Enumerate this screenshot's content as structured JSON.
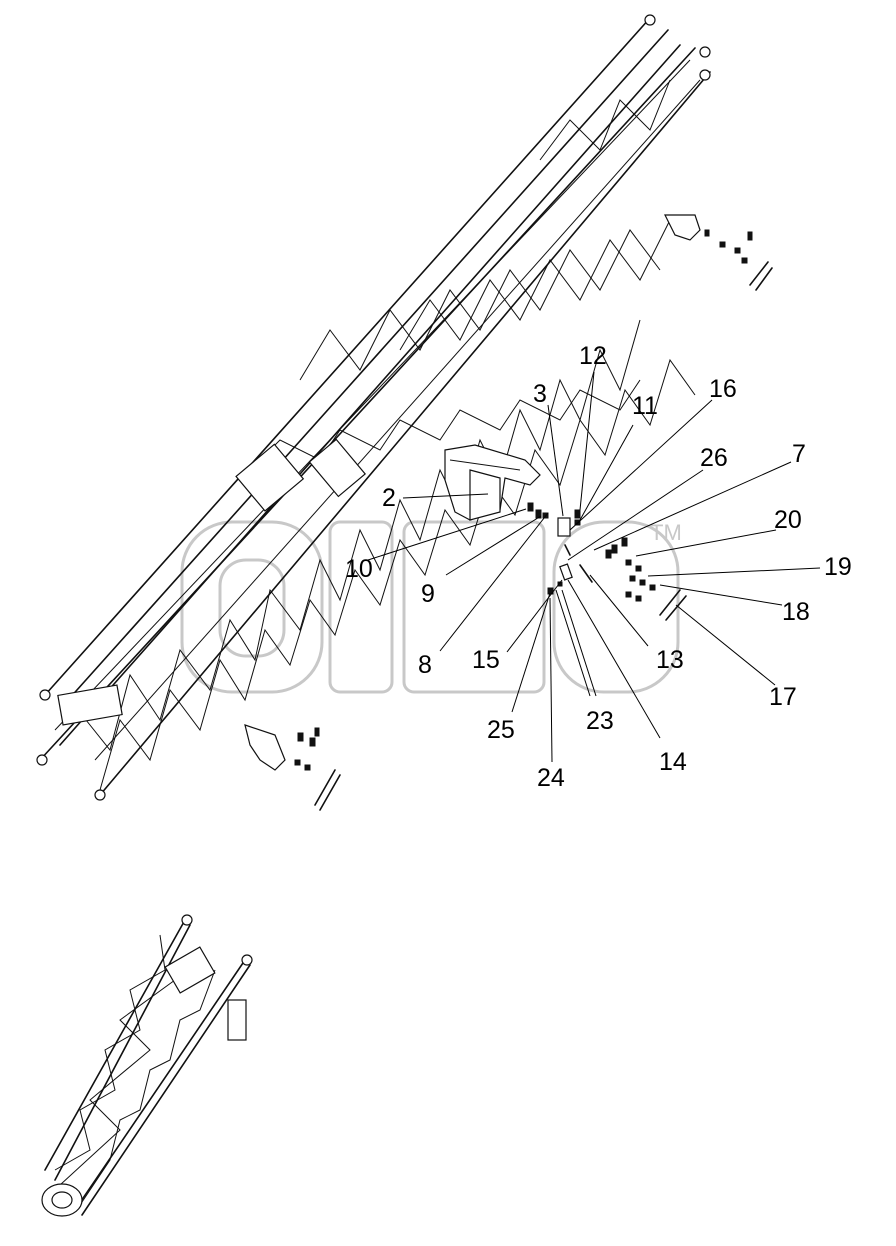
{
  "watermark": {
    "text": "ana",
    "tm": "TM"
  },
  "callouts": [
    {
      "id": "c2",
      "text": "2"
    },
    {
      "id": "c3",
      "text": "3"
    },
    {
      "id": "c7",
      "text": "7"
    },
    {
      "id": "c8",
      "text": "8"
    },
    {
      "id": "c9",
      "text": "9"
    },
    {
      "id": "c10",
      "text": "10"
    },
    {
      "id": "c11",
      "text": "11"
    },
    {
      "id": "c12",
      "text": "12"
    },
    {
      "id": "c13",
      "text": "13"
    },
    {
      "id": "c14",
      "text": "14"
    },
    {
      "id": "c15",
      "text": "15"
    },
    {
      "id": "c16",
      "text": "16"
    },
    {
      "id": "c17",
      "text": "17"
    },
    {
      "id": "c18",
      "text": "18"
    },
    {
      "id": "c19",
      "text": "19"
    },
    {
      "id": "c20",
      "text": "20"
    },
    {
      "id": "c23",
      "text": "23"
    },
    {
      "id": "c24",
      "text": "24"
    },
    {
      "id": "c25",
      "text": "25"
    },
    {
      "id": "c26",
      "text": "26"
    }
  ]
}
